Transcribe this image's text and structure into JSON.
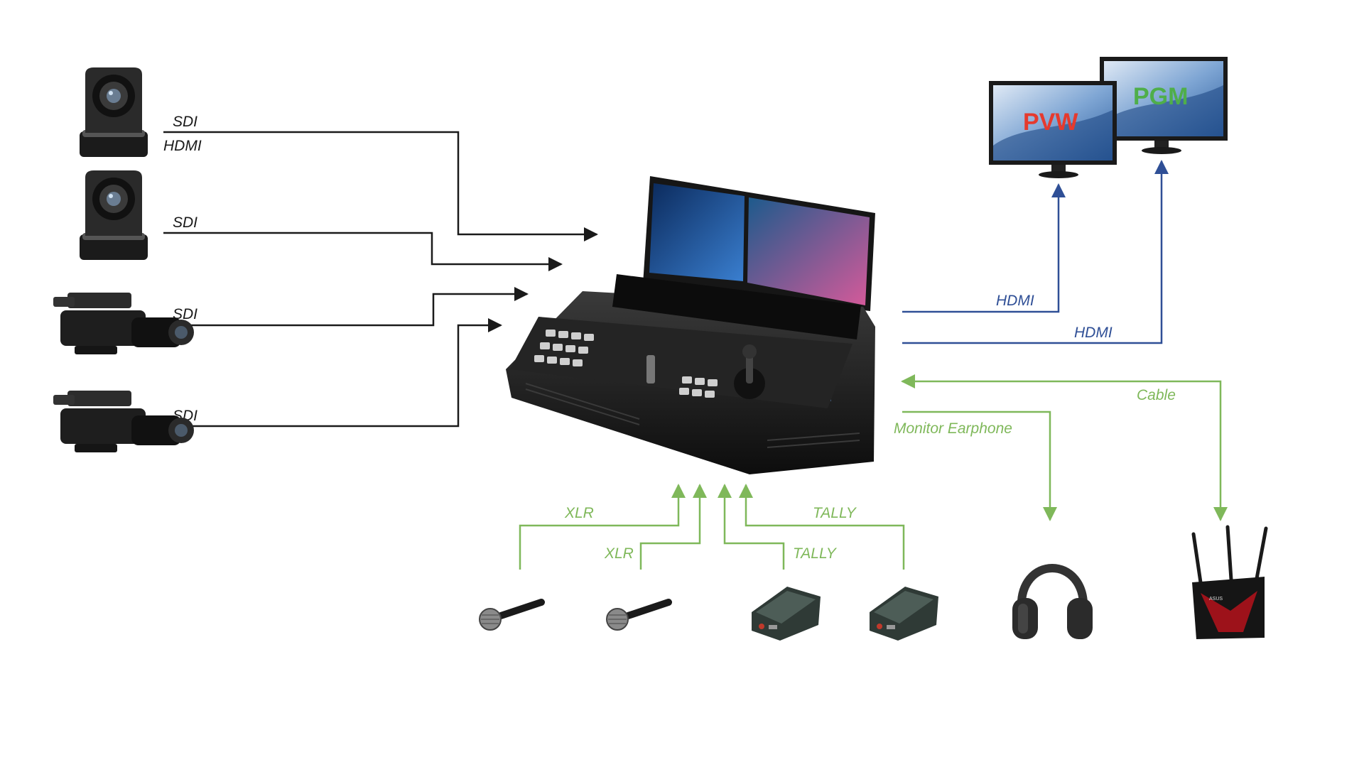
{
  "inputs": {
    "ptz_camera_1": {
      "label_1": "SDI",
      "label_2": "HDMI"
    },
    "ptz_camera_2": {
      "label": "SDI"
    },
    "camcorder_1": {
      "label": "SDI"
    },
    "camcorder_2": {
      "label": "SDI"
    }
  },
  "monitors": {
    "preview": {
      "screen_text": "PVW",
      "text_color": "#e53a2e"
    },
    "program": {
      "screen_text": "PGM",
      "text_color": "#4fae4a"
    }
  },
  "outputs": {
    "hdmi_preview": "HDMI",
    "hdmi_program": "HDMI",
    "network": "Cable",
    "earphone": "Monitor Earphone"
  },
  "audio": {
    "mic_1": "XLR",
    "mic_2": "XLR"
  },
  "tally": {
    "box_1": "TALLY",
    "box_2": "TALLY"
  },
  "colors": {
    "black_line": "#1a1a1a",
    "blue_line": "#2f4f96",
    "green_line": "#7fb85a"
  }
}
